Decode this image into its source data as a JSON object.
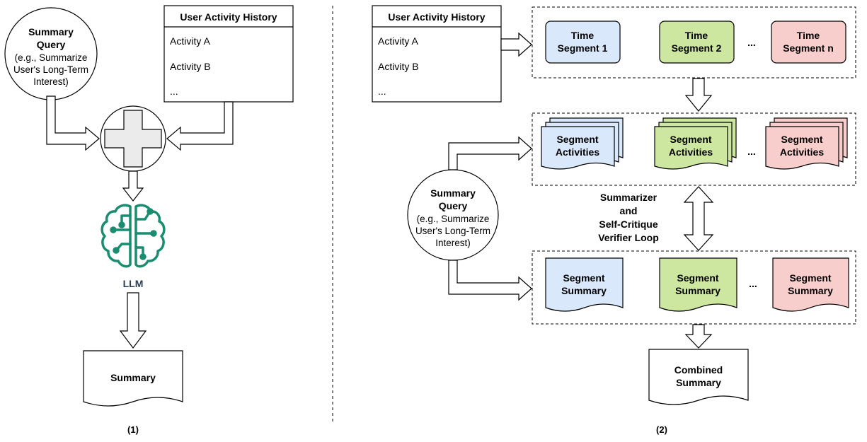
{
  "left": {
    "query": {
      "title_line1": "Summary",
      "title_line2": "Query",
      "desc_line1": "(e.g., Summarize",
      "desc_line2": "User's Long-Term",
      "desc_line3": "Interest)"
    },
    "history": {
      "title": "User Activity History",
      "items": [
        "Activity A",
        "Activity B",
        "..."
      ]
    },
    "combine_icon": "plus-icon",
    "llm_icon": "brain-circuit-icon",
    "llm_label": "LLM",
    "output": "Summary",
    "caption": "(1)"
  },
  "right": {
    "history": {
      "title": "User Activity History",
      "items": [
        "Activity A",
        "Activity B",
        "..."
      ]
    },
    "segments": [
      {
        "line1": "Time",
        "line2": "Segment 1",
        "color": "#dae8fc"
      },
      {
        "line1": "Time",
        "line2": "Segment 2",
        "color": "#cde6a0"
      },
      {
        "line1": "Time",
        "line2": "Segment n",
        "color": "#f8cecc"
      }
    ],
    "activities": [
      {
        "line1": "Segment",
        "line2": "Activities"
      },
      {
        "line1": "Segment",
        "line2": "Activities"
      },
      {
        "line1": "Segment",
        "line2": "Activities"
      }
    ],
    "summaries": [
      {
        "line1": "Segment",
        "line2": "Summary"
      },
      {
        "line1": "Segment",
        "line2": "Summary"
      },
      {
        "line1": "Segment",
        "line2": "Summary"
      }
    ],
    "ellipsis": "...",
    "query": {
      "title_line1": "Summary",
      "title_line2": "Query",
      "desc_line1": "(e.g., Summarize",
      "desc_line2": "User's Long-Term",
      "desc_line3": "Interest)"
    },
    "loop_label": [
      "Summarizer",
      "and",
      "Self-Critique",
      "Verifier Loop"
    ],
    "combined": {
      "line1": "Combined",
      "line2": "Summary"
    },
    "caption": "(2)"
  },
  "colors": {
    "blue": "#dae8fc",
    "green": "#cde6a0",
    "red": "#f8cecc",
    "llm": "#1a8c6f"
  }
}
